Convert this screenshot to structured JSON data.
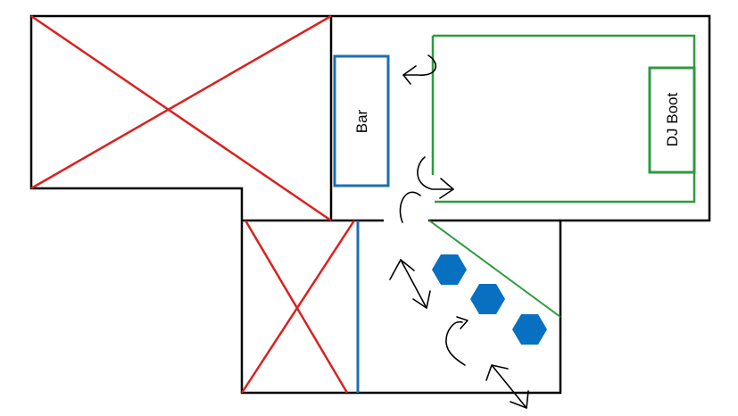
{
  "labels": {
    "bar": "Bar",
    "dj_booth": "DJ Boot"
  },
  "colors": {
    "walls": "#000000",
    "blocked": "#d9211f",
    "bar": "#1b6fae",
    "dj_area": "#2e9b3e",
    "tables": "#0870c0",
    "arrows": "#000000"
  },
  "blocked_areas": 2,
  "tables": {
    "count": 3,
    "shape": "hexagon"
  },
  "flow_arrows": {
    "curved": 4,
    "two_headed": 2
  }
}
